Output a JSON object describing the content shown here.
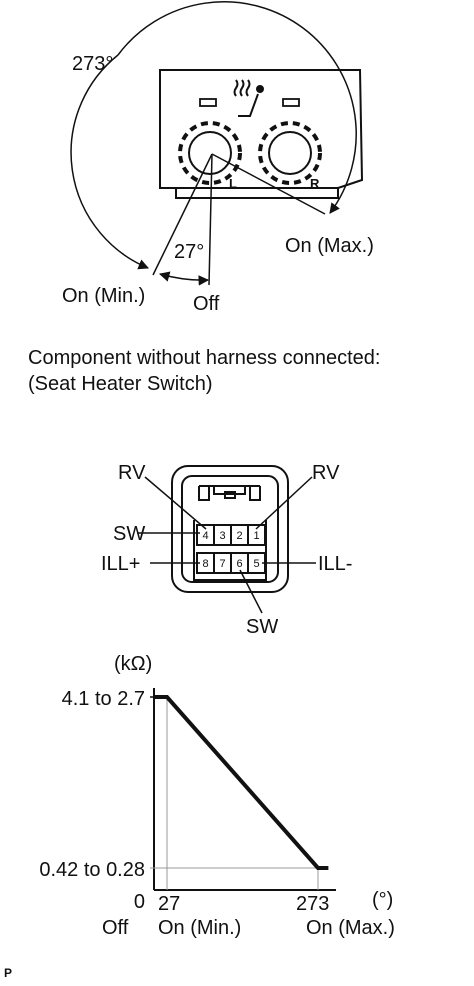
{
  "knob": {
    "rotation_label": "273°",
    "min_angle_label": "27°",
    "on_max_label": "On (Max.)",
    "on_min_label": "On (Min.)",
    "off_label": "Off",
    "left_knob_letter": "L",
    "right_knob_letter": "R"
  },
  "caption": {
    "line1": "Component without harness connected:",
    "line2": "(Seat Heater Switch)"
  },
  "connector": {
    "top_left_label": "RV",
    "top_right_label": "RV",
    "left_mid_label": "SW",
    "left_bottom_label": "ILL+",
    "right_bottom_label": "ILL-",
    "bottom_label": "SW",
    "pins_top": [
      "4",
      "3",
      "2",
      "1"
    ],
    "pins_bottom": [
      "8",
      "7",
      "6",
      "5"
    ]
  },
  "chart_data": {
    "type": "line",
    "ylabel": "(kΩ)",
    "xlabel": "(°)",
    "x_ticks": [
      "27",
      "273"
    ],
    "x_tick_sublabels": [
      "On (Min.)",
      "On (Max.)"
    ],
    "off_label": "Off",
    "origin_label": "0",
    "y_ticks": [
      "4.1 to 2.7",
      "0.42 to 0.28"
    ],
    "series": [
      {
        "x": [
          0,
          27,
          273,
          290
        ],
        "y": [
          "4.1 to 2.7",
          "4.1 to 2.7",
          "0.42 to 0.28",
          "0.42 to 0.28"
        ]
      }
    ]
  },
  "footer": {
    "code": "P"
  }
}
